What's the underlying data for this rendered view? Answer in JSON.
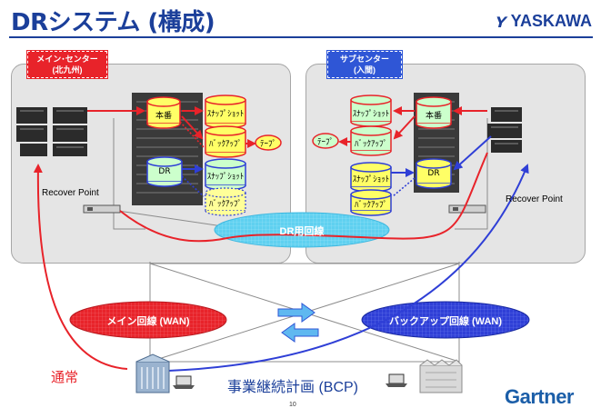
{
  "header": {
    "title": "DRシステム (構成)",
    "brand": "YASKAWA"
  },
  "main_site": {
    "tag_line1": "メイン･センター",
    "tag_line2": "(北九州)"
  },
  "sub_site": {
    "tag_line1": "サブセンター",
    "tag_line2": "(入間)"
  },
  "labels": {
    "honban": "本番",
    "snapshot": "ｽﾅｯﾌﾟｼｮｯﾄ",
    "backup": "ﾊﾞｯｸｱｯﾌﾟ",
    "tape": "ﾃｰﾌﾟ",
    "dr": "DR",
    "recover_point": "Recover Point"
  },
  "lines": {
    "dr_line": "DR用回線",
    "main_wan": "メイン回線 (WAN)",
    "backup_wan": "バックアップ回線 (WAN)"
  },
  "footer": {
    "normal": "通常",
    "bcp": "事業継続計画 (BCP)",
    "page_number": "10",
    "logo": "Gartner"
  },
  "colors": {
    "red": "#e8232a",
    "blue": "#2f56d6",
    "title_blue": "#1b3f9a",
    "cyan": "#5fd0f0",
    "yellow": "#ffff66",
    "green": "#ccffcc"
  }
}
